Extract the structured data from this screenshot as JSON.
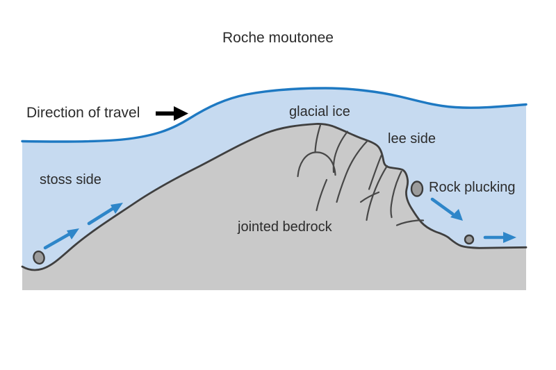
{
  "title": "Roche moutonee",
  "labels": {
    "direction_of_travel": "Direction of travel",
    "glacial_ice": "glacial ice",
    "lee_side": "lee side",
    "stoss_side": "stoss side",
    "rock_plucking": "Rock plucking",
    "jointed_bedrock": "jointed bedrock"
  },
  "icons": {
    "direction_arrow": "black-right-arrow",
    "stoss_flow_arrows": "blue-up-slope-arrows",
    "plucking_arrow": "blue-down-lee-arrow",
    "exit_flow_arrow": "blue-right-arrow"
  },
  "colors": {
    "background": "#ffffff",
    "ice_fill": "#c6daf0",
    "ice_line": "#1e79c2",
    "flow_arrow": "#2e86c9",
    "bedrock_fill": "#c9c9c9",
    "bedrock_outline": "#3f3f3f",
    "joint_line": "#474747",
    "rock_fill": "#9c9c9c",
    "rock_outline": "#3c3c3c",
    "text": "#2b2b2b",
    "direction_arrow": "#000000"
  }
}
